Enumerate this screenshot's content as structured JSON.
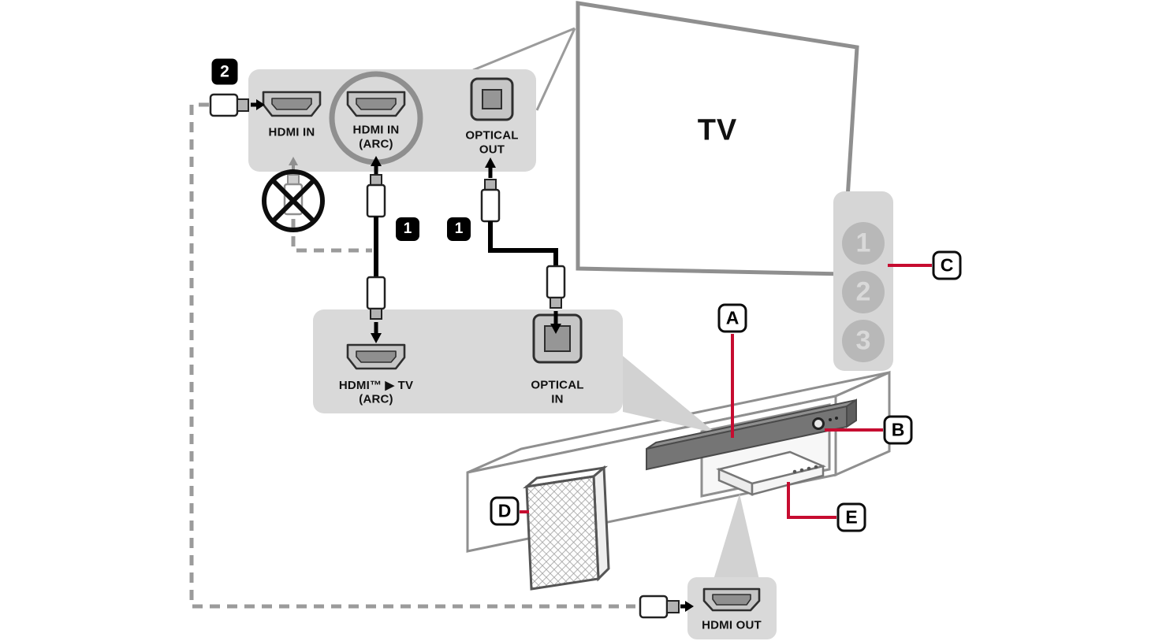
{
  "diagram": {
    "tv_label": "TV",
    "tv_rear": {
      "hdmi_in": "HDMI IN",
      "hdmi_arc_line1": "HDMI IN",
      "hdmi_arc_line2": "(ARC)",
      "optical_line1": "OPTICAL",
      "optical_line2": "OUT"
    },
    "soundbar_rear": {
      "hdmi_line1": "HDMI™ ▶ TV",
      "hdmi_line2": "(ARC)",
      "optical_line1": "OPTICAL",
      "optical_line2": "IN"
    },
    "stb": {
      "hdmi_out": "HDMI OUT"
    },
    "steps": {
      "two": "2",
      "one_a": "1",
      "one_b": "1"
    },
    "callouts": {
      "a": "A",
      "b": "B",
      "c": "C",
      "d": "D",
      "e": "E"
    },
    "remote_buttons": [
      "1",
      "2",
      "3"
    ],
    "colors": {
      "accent_red": "#c60c30",
      "panel_gray": "#d9d9d9",
      "line_gray": "#9b9b9b",
      "cable_black": "#000000"
    }
  }
}
